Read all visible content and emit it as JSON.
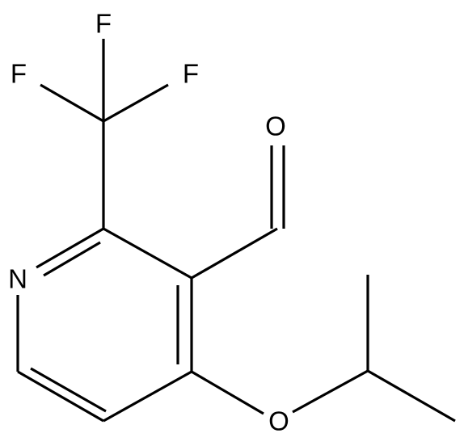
{
  "molecule": {
    "atoms": {
      "fluorine_top": "F",
      "fluorine_left": "F",
      "fluorine_right": "F",
      "aldehyde_oxygen": "O",
      "ring_nitrogen": "N",
      "ether_oxygen": "O"
    }
  }
}
